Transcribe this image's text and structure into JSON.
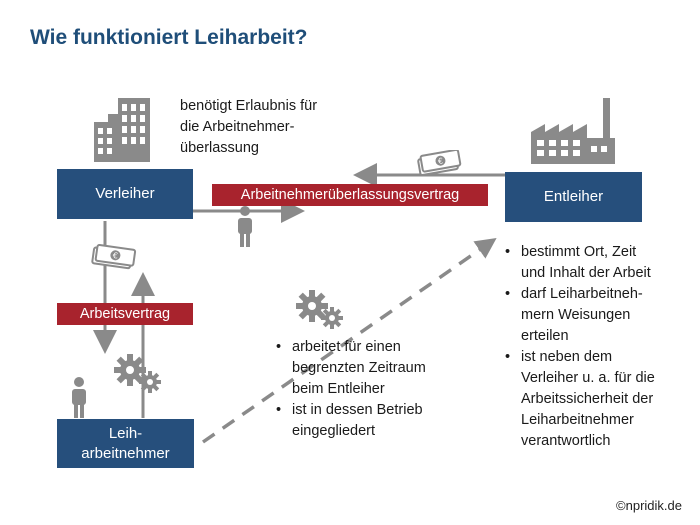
{
  "title": "Wie funktioniert Leiharbeit?",
  "boxes": {
    "verleiher": "Verleiher",
    "entleiher": "Entleiher",
    "leiharbeitnehmer_line1": "Leih-",
    "leiharbeitnehmer_line2": "arbeitnehmer"
  },
  "contracts": {
    "ueberlassung": "Arbeitnehmerüberlassungsvertrag",
    "arbeitsvertrag": "Arbeitsvertrag"
  },
  "notes": {
    "verleiher_lines": [
      "benötigt Erlaubnis für",
      "die Arbeitnehmer-",
      "überlassung"
    ],
    "entleiher_bullets": [
      "bestimmt Ort, Zeit und Inhalt der Arbeit",
      "darf Leiharbeitneh-mern Weisungen erteilen",
      "ist neben dem Verleiher u. a. für die Arbeitssicherheit der Leiharbeitnehmer verantwortlich"
    ],
    "entleiher_bullets_display": [
      [
        "bestimmt Ort, Zeit",
        "und Inhalt der Arbeit"
      ],
      [
        "darf Leiharbeitneh-",
        "mern Weisungen",
        "erteilen"
      ],
      [
        "ist neben dem",
        "Verleiher u. a. für die",
        "Arbeitssicherheit der",
        "Leiharbeitnehmer",
        "verantwortlich"
      ]
    ],
    "worker_bullets": [
      "arbeitet für einen begrenzten Zeitraum beim Entleiher",
      "ist in dessen Betrieb eingegliedert"
    ],
    "worker_bullets_display": [
      [
        "arbeitet für einen",
        "begrenzten Zeitraum",
        "beim Entleiher"
      ],
      [
        "ist in dessen Betrieb",
        "eingegliedert"
      ]
    ]
  },
  "copyright": "©npridik.de",
  "colors": {
    "title": "#1f4e79",
    "box": "#264f7c",
    "contract": "#a8232d",
    "icon": "#8a8a8a"
  },
  "icons": [
    "office-building-icon",
    "factory-icon",
    "money-icon",
    "person-icon",
    "gears-icon"
  ]
}
